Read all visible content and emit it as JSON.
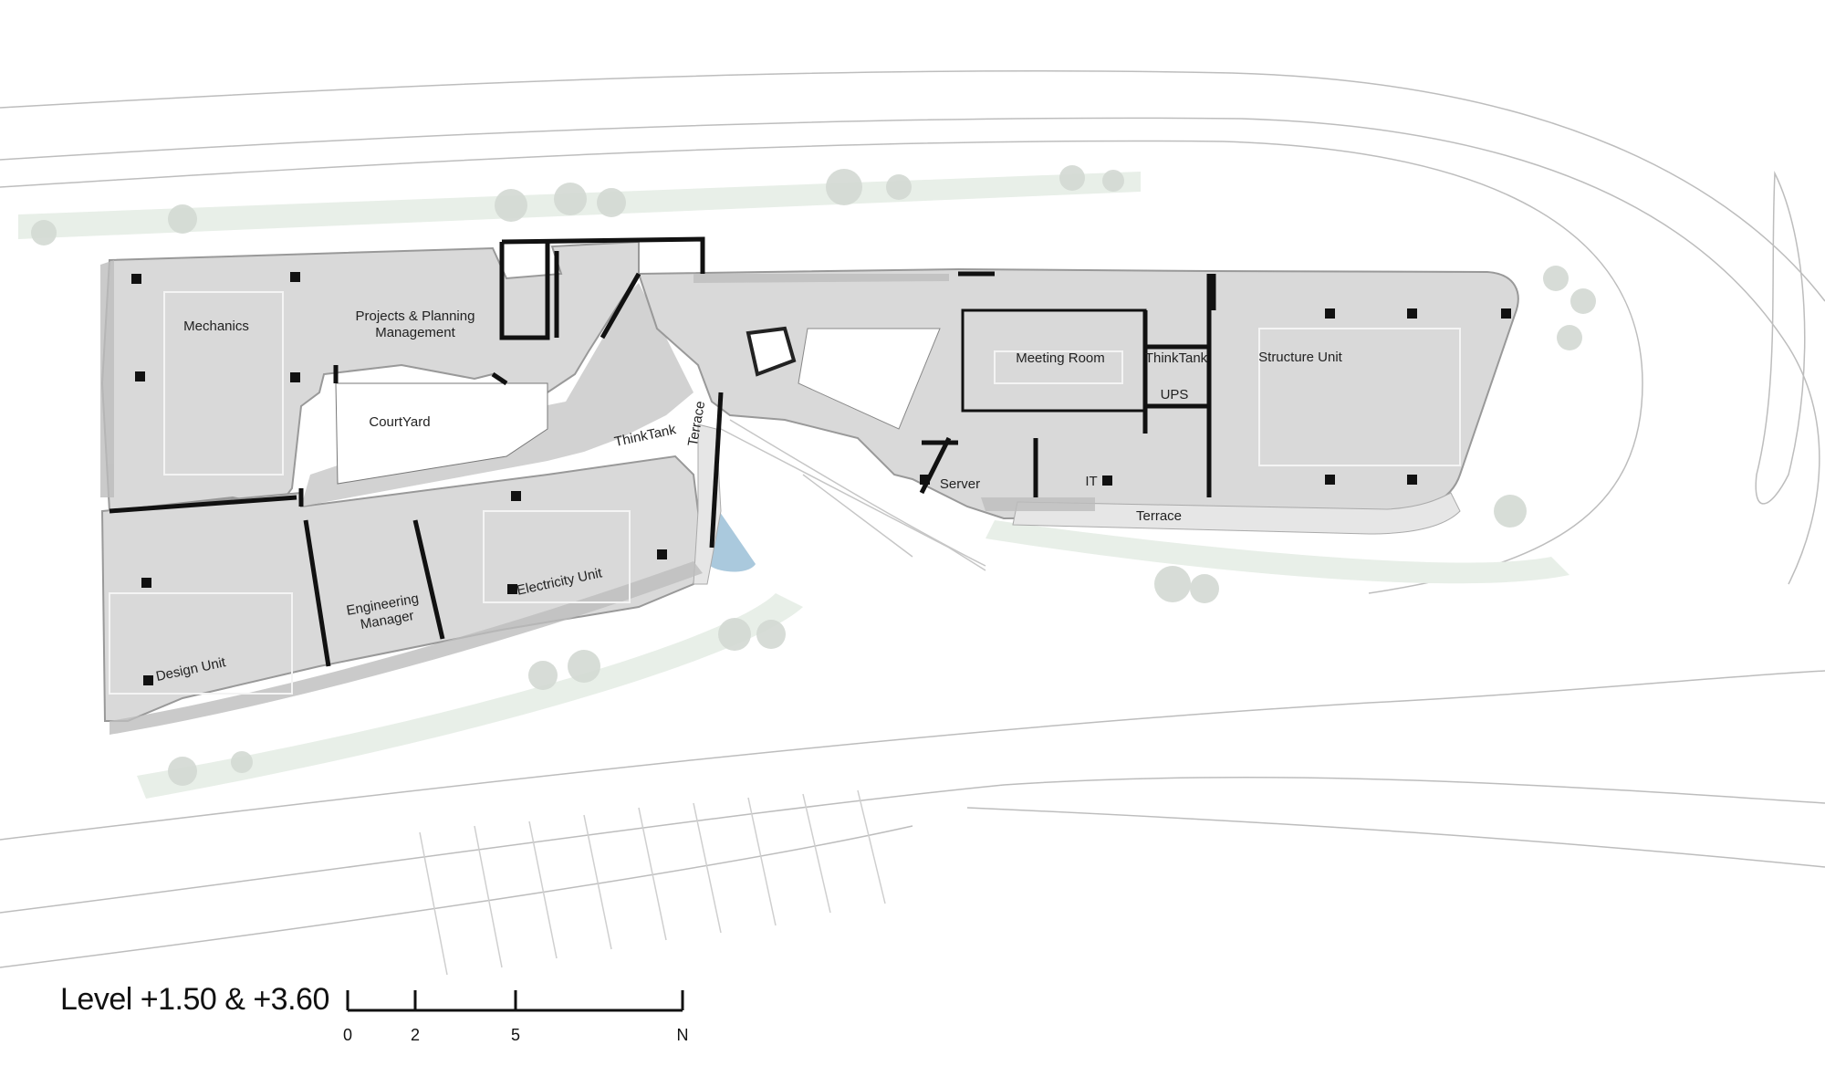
{
  "colors": {
    "floor": "#d9d9d9",
    "walls": "#111111",
    "green_strip": "#e8efe8",
    "water": "#aac9dd",
    "site_lines": "#bdbdbd"
  },
  "rooms": {
    "mechanics": "Mechanics",
    "projects_planning_1": "Projects & Planning",
    "projects_planning_2": "Management",
    "courtyard": "CourtYard",
    "thinktank_west": "ThinkTank",
    "terrace_north": "Terrace",
    "meeting_room": "Meeting Room",
    "thinktank_east": "ThinkTank",
    "ups": "UPS",
    "structure_unit": "Structure Unit",
    "server": "Server",
    "it": "IT",
    "terrace_south": "Terrace",
    "engineering_manager_1": "Engineering",
    "engineering_manager_2": "Manager",
    "electricity_unit": "Electricity Unit",
    "design_unit": "Design Unit"
  },
  "caption": "Level +1.50 & +3.60",
  "scale_bar": {
    "labels": [
      "0",
      "2",
      "5",
      "N"
    ]
  }
}
